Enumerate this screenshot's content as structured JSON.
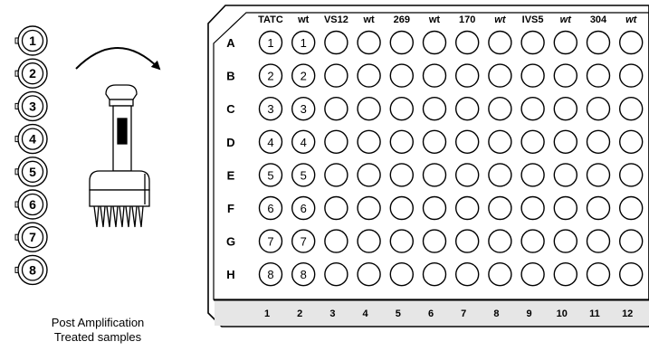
{
  "tube_strip": {
    "labels": [
      "1",
      "2",
      "3",
      "4",
      "5",
      "6",
      "7",
      "8"
    ],
    "caption_line1": "Post Amplification",
    "caption_line2": "Treated samples"
  },
  "plate": {
    "column_headers": [
      {
        "text": "TATC",
        "italic": false
      },
      {
        "text": "wt",
        "italic": false
      },
      {
        "text": "VS12",
        "italic": false
      },
      {
        "text": "wt",
        "italic": false
      },
      {
        "text": "269",
        "italic": false
      },
      {
        "text": "wt",
        "italic": false
      },
      {
        "text": "170",
        "italic": false
      },
      {
        "text": "wt",
        "italic": true
      },
      {
        "text": "IVS5",
        "italic": false
      },
      {
        "text": "wt",
        "italic": true
      },
      {
        "text": "304",
        "italic": false
      },
      {
        "text": "wt",
        "italic": true
      }
    ],
    "row_labels": [
      "A",
      "B",
      "C",
      "D",
      "E",
      "F",
      "G",
      "H"
    ],
    "column_numbers": [
      "1",
      "2",
      "3",
      "4",
      "5",
      "6",
      "7",
      "8",
      "9",
      "10",
      "11",
      "12"
    ],
    "numbered_columns": [
      1,
      2
    ],
    "well_numbers": [
      "1",
      "2",
      "3",
      "4",
      "5",
      "6",
      "7",
      "8"
    ]
  }
}
